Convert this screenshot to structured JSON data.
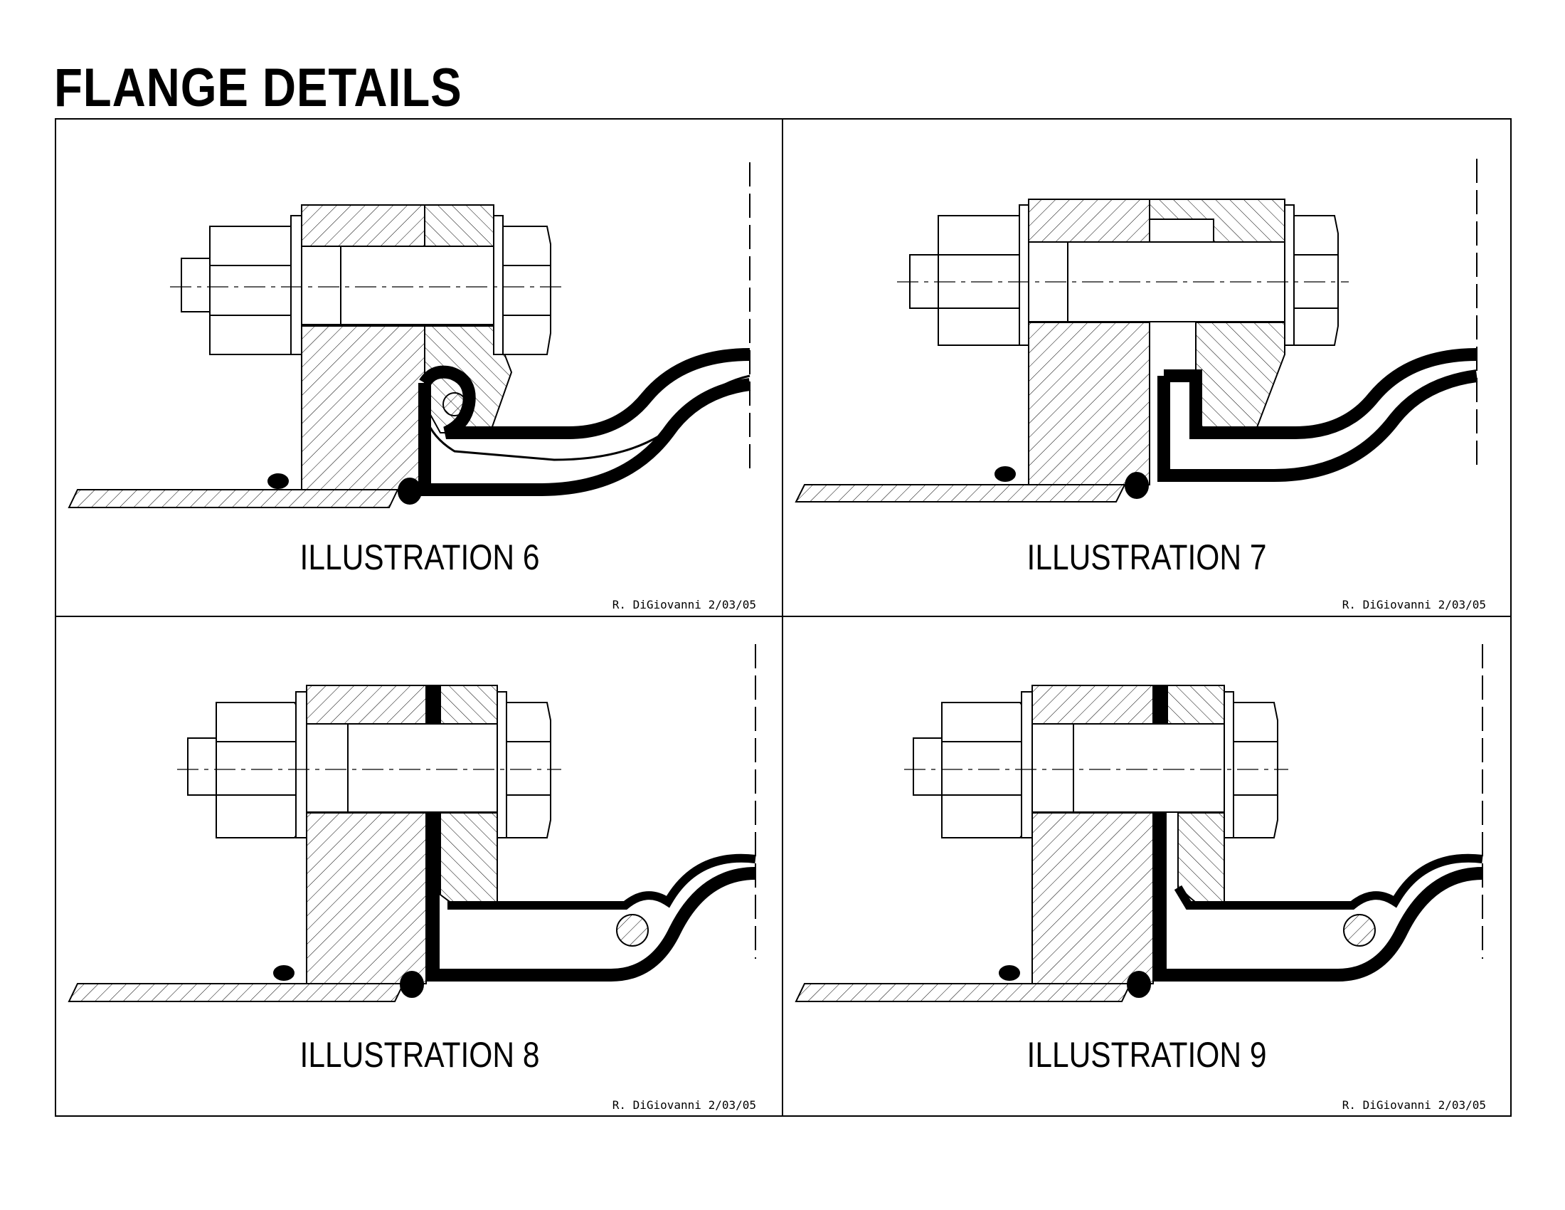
{
  "page": {
    "title": "FLANGE DETAILS"
  },
  "panels": [
    {
      "caption": "ILLUSTRATION 6",
      "signature": "R. DiGiovanni 2/03/05"
    },
    {
      "caption": "ILLUSTRATION 7",
      "signature": "R. DiGiovanni 2/03/05"
    },
    {
      "caption": "ILLUSTRATION 8",
      "signature": "R. DiGiovanni 2/03/05"
    },
    {
      "caption": "ILLUSTRATION 9",
      "signature": "R. DiGiovanni 2/03/05"
    }
  ]
}
